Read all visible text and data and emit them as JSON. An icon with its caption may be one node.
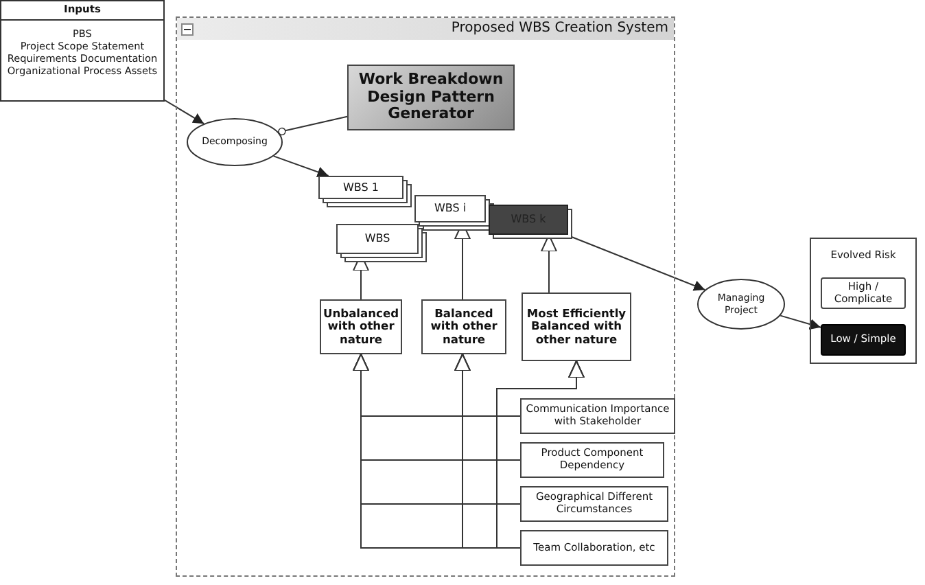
{
  "diagram": {
    "nodes": [
      {
        "text": [
          "Inputs",
          "PBS",
          "Project Scope Statement",
          "Requirements Documentation",
          "Organizational Process Assets"
        ]
      },
      {
        "text": [
          "Proposed WBS Creation System"
        ]
      },
      {
        "text": [
          "Decomposing"
        ],
        "in": 1
      },
      {
        "text": [
          "Work Breakdown Design Pattern Generator"
        ],
        "in": 1
      },
      {
        "text": [
          "WBS 1"
        ],
        "in": 1
      },
      {
        "text": [
          "WBS"
        ],
        "in": 1
      },
      {
        "text": [
          "WBS i"
        ],
        "in": 1
      },
      {
        "text": [
          "WBS k"
        ],
        "in": 1
      },
      {
        "text": [
          "Unbalanced with other nature"
        ],
        "in": 1
      },
      {
        "text": [
          "Balanced with other nature"
        ],
        "in": 1
      },
      {
        "text": [
          "Most Efficiently Balanced with other nature"
        ],
        "in": 1
      },
      {
        "text": [
          "Communication Importance with Stakeholder"
        ],
        "in": 1
      },
      {
        "text": [
          "Product Component Dependency"
        ],
        "in": 1
      },
      {
        "text": [
          "Geographical Different Circumstances"
        ],
        "in": 1
      },
      {
        "text": [
          "Team Collaboration, etc"
        ],
        "in": 1
      },
      {
        "text": [
          "Managing Project"
        ]
      },
      {
        "text": [
          "Evolved Risk"
        ]
      },
      {
        "text": [
          "High / Complicate"
        ],
        "in": 16
      },
      {
        "text": [
          "Low / Simple"
        ],
        "in": 16
      }
    ],
    "edges": [
      {
        "from": 0,
        "to": 2,
        "arrow": "to"
      },
      {
        "from": 3,
        "to": 2,
        "arrow": "other"
      },
      {
        "from": 2,
        "to": 4,
        "arrow": "to"
      },
      {
        "from": 8,
        "to": 5,
        "arrow": "to"
      },
      {
        "from": 9,
        "to": 6,
        "arrow": "to"
      },
      {
        "from": 10,
        "to": 7,
        "arrow": "to"
      },
      {
        "from": 7,
        "to": 15,
        "arrow": "to"
      },
      {
        "from": 15,
        "to": 18,
        "arrow": "to"
      },
      {
        "from": 11,
        "to": 8,
        "arrow": "to"
      },
      {
        "from": 11,
        "to": 9,
        "arrow": "to"
      },
      {
        "from": 11,
        "to": 10,
        "arrow": "to"
      },
      {
        "from": 12,
        "to": 8,
        "arrow": "to"
      },
      {
        "from": 12,
        "to": 9,
        "arrow": "to"
      },
      {
        "from": 12,
        "to": 10,
        "arrow": "to"
      },
      {
        "from": 13,
        "to": 8,
        "arrow": "to"
      },
      {
        "from": 13,
        "to": 9,
        "arrow": "to"
      },
      {
        "from": 13,
        "to": 10,
        "arrow": "to"
      },
      {
        "from": 14,
        "to": 8,
        "arrow": "to"
      },
      {
        "from": 14,
        "to": 9,
        "arrow": "to"
      },
      {
        "from": 14,
        "to": 10,
        "arrow": "to"
      }
    ]
  }
}
